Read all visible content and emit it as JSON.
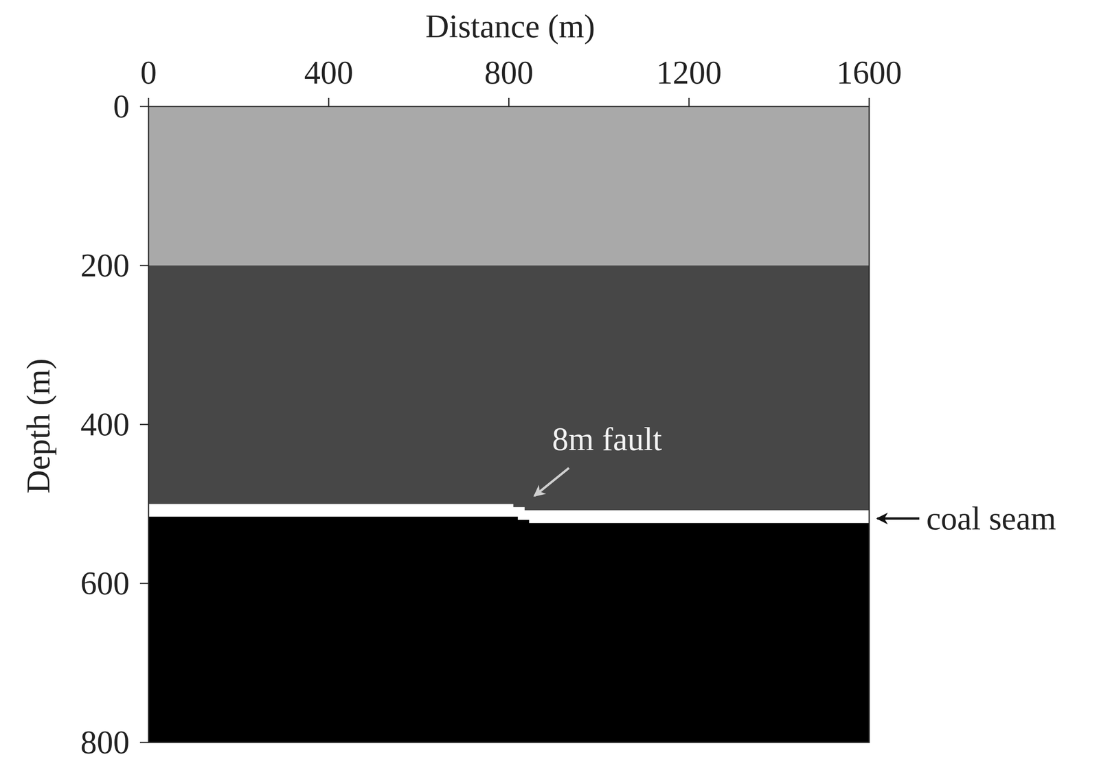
{
  "diagram": {
    "labels": [
      "Distance (m)",
      "0",
      "400",
      "800",
      "1200",
      "1600",
      "Depth (m)",
      "0",
      "200",
      "400",
      "600",
      "800",
      "8m fault",
      "coal seam"
    ]
  }
}
